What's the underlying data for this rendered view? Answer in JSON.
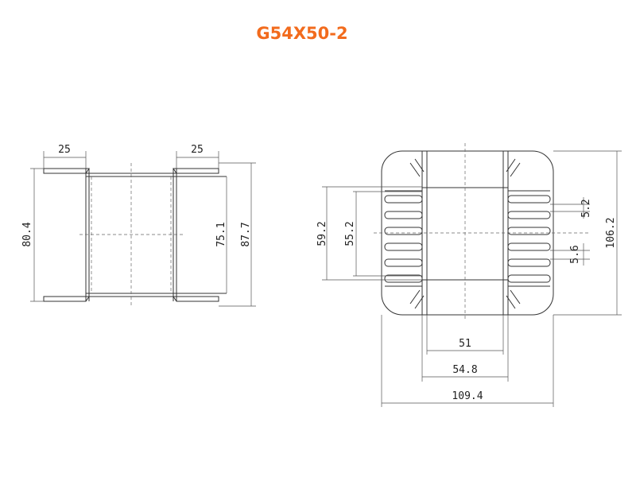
{
  "title": "G54X50-2",
  "side_view": {
    "dim_top_left": "25",
    "dim_top_right": "25",
    "dim_left_height": "80.4",
    "dim_inner_height": "75.1",
    "dim_outer_height": "87.7"
  },
  "front_view": {
    "dim_left_outer": "59.2",
    "dim_left_inner": "55.2",
    "dim_right_height": "106.2",
    "dim_fin_upper": "5.2",
    "dim_fin_lower": "5.6",
    "dim_bottom_inner": "51",
    "dim_bottom_middle": "54.8",
    "dim_bottom_outer": "109.4"
  },
  "colors": {
    "title": "#f26b1d",
    "line": "#333333"
  }
}
